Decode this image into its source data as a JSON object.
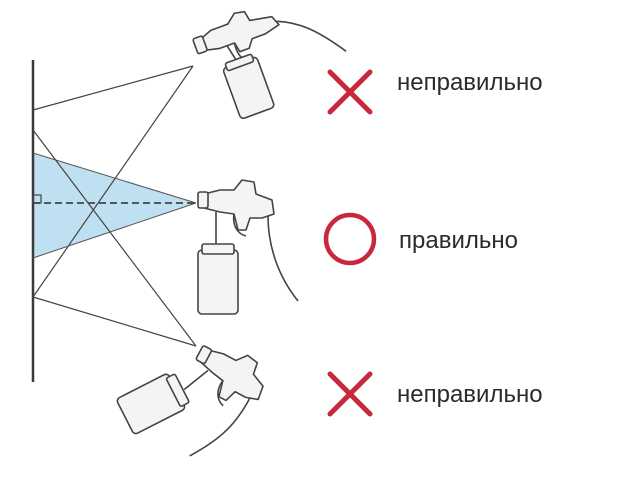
{
  "rows": [
    {
      "verdict": "incorrect",
      "label": "неправильно"
    },
    {
      "verdict": "correct",
      "label": "правильно"
    },
    {
      "verdict": "incorrect",
      "label": "неправильно"
    }
  ],
  "colors": {
    "mark": "#c8283c",
    "spray_fill": "#bfe0f0",
    "line": "#3a3a3a",
    "gun_outline": "#444444",
    "gun_fill": "#f4f4f4"
  },
  "icons": {
    "incorrect": "cross-mark-icon",
    "correct": "circle-mark-icon",
    "tool": "spray-gun-icon"
  }
}
